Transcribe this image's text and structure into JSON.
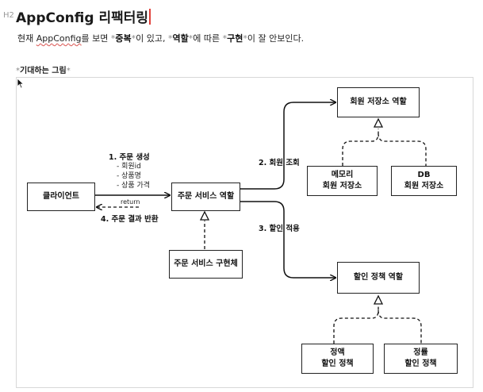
{
  "heading": {
    "marker": "H2",
    "title": "AppConfig 리팩터링"
  },
  "intro": {
    "p1": "현재 ",
    "p2": "AppConfig",
    "p3": "를 보면 ",
    "star": "*",
    "dup": "중복",
    "p4": "이 있고, ",
    "role": "역할",
    "p5": "에 따른 ",
    "impl": "구현",
    "p6": "이 잘 안보인다."
  },
  "caption": {
    "star": "*",
    "text": "기대하는 그림"
  },
  "diagram": {
    "client": "클라이언트",
    "order_service_role": "주문 서비스 역할",
    "order_service_impl": "주문 서비스 구현체",
    "member_repo_role": "회원 저장소 역할",
    "memory_repo": [
      "메모리",
      "회원 저장소"
    ],
    "db_repo": [
      "DB",
      "회원 저장소"
    ],
    "discount_role": "할인 정책 역할",
    "fix_discount": [
      "정액",
      "할인 정책"
    ],
    "rate_discount": [
      "정률",
      "할인 정책"
    ],
    "step1": "1. 주문 생성",
    "step1_items": [
      "- 회원id",
      "- 상품명",
      "- 상품 가격"
    ],
    "return_label": "return",
    "step4": "4. 주문 결과 반환",
    "step2": "2. 회원 조회",
    "step3": "3. 할인 적용"
  }
}
